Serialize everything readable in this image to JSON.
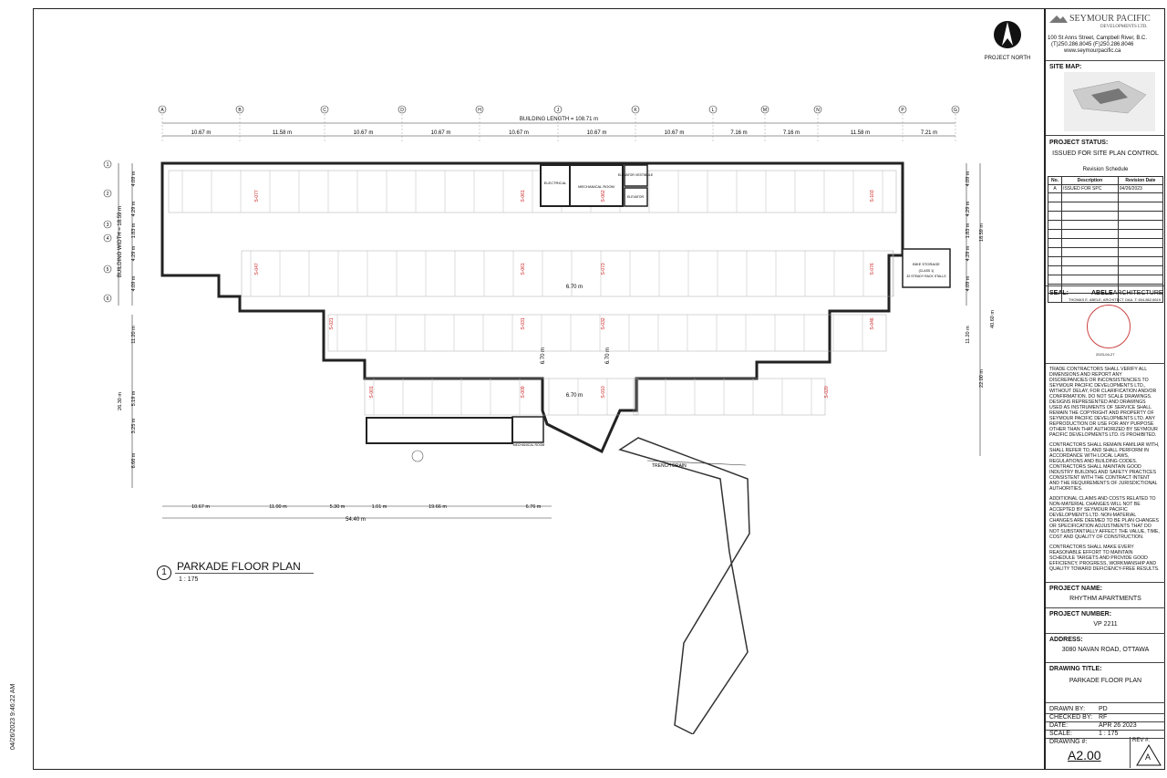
{
  "timestamp": "04/26/2023 9:46:22 AM",
  "north": {
    "label": "PROJECT NORTH"
  },
  "company": {
    "name": "SEYMOUR PACIFIC",
    "sub": "DEVELOPMENTS LTD.",
    "address": "100 St Anns Street, Campbell River, B.C.",
    "phone": "(T)250.286.8045 (F)250.286.8046",
    "web": "www.seymourpacific.ca"
  },
  "site_map": {
    "label": "SITE MAP:"
  },
  "status": {
    "label": "PROJECT STATUS:",
    "value": "ISSUED FOR SITE PLAN CONTROL"
  },
  "revision": {
    "title": "Revision Schedule",
    "headers": [
      "No.",
      "Description",
      "Revision Date"
    ],
    "rows": [
      [
        "A",
        "ISSUED FOR SPC",
        "04/26/2023"
      ]
    ]
  },
  "seal": {
    "label": "SEAL:",
    "firm_bold": "ABELE",
    "firm_rest": "ARCHITECTURE",
    "architect": "THOMAS E. ABELE, ARCHITECT OAA. T: 604.862.6619",
    "stamp_date": "2023-04-27"
  },
  "notes": [
    "TRADE CONTRACTORS SHALL VERIFY ALL DIMENSIONS AND REPORT ANY DISCREPANCIES OR INCONSISTENCIES TO SEYMOUR PACIFIC DEVELOPMENTS LTD., WITHOUT DELAY, FOR CLARIFICATION AND/OR CONFIRMATION. DO NOT SCALE DRAWINGS. DESIGNS REPRESENTED AND DRAWINGS USED AS INSTRUMENTS OF SERVICE SHALL REMAIN THE COPYRIGHT AND PROPERTY OF SEYMOUR PACIFIC DEVELOPMENTS LTD. ANY REPRODUCTION OR USE FOR ANY PURPOSE OTHER THAN THAT AUTHORIZED BY SEYMOUR PACIFIC DEVELOPMENTS LTD. IS PROHIBITED.",
    "CONTRACTORS SHALL REMAIN FAMILIAR WITH, SHALL REFER TO, AND SHALL PERFORM IN ACCORDANCE WITH LOCAL LAWS, REGULATIONS AND BUILDING CODES. CONTRACTORS SHALL MAINTAIN GOOD INDUSTRY BUILDING AND SAFETY PRACTICES CONSISTENT WITH THE CONTRACT INTENT AND THE REQUIREMENTS OF JURISDICTIONAL AUTHORITIES.",
    "ADDITIONAL CLAIMS AND COSTS RELATED TO NON-MATERIAL CHANGES WILL NOT BE ACCEPTED BY SEYMOUR PACIFIC DEVELOPMENTS LTD. NON-MATERIAL CHANGES ARE DEEMED TO BE PLAN CHANGES OR SPECIFICATION ADJUSTMENTS THAT DO NOT SUBSTANTIALLY AFFECT THE VALUE, TIME, COST AND QUALITY OF CONSTRUCTION.",
    "CONTRACTORS SHALL MAKE EVERY REASONABLE EFFORT TO MAINTAIN SCHEDULE TARGETS AND PROVIDE GOOD EFFICIENCY, PROGRESS, WORKMANSHIP AND QUALITY TOWARD DEFICIENCY-FREE RESULTS."
  ],
  "project_name": {
    "label": "PROJECT NAME:",
    "value": "RHYTHM APARTMENTS"
  },
  "project_number": {
    "label": "PROJECT NUMBER:",
    "value": "VP 2211"
  },
  "address": {
    "label": "ADDRESS:",
    "value": "3080 NAVAN ROAD, OTTAWA"
  },
  "drawing_title": {
    "label": "DRAWING TITLE:",
    "value": "PARKADE FLOOR PLAN"
  },
  "drawn_by": {
    "label": "DRAWN BY:",
    "value": "PD"
  },
  "checked_by": {
    "label": "CHECKED BY:",
    "value": "RF"
  },
  "date": {
    "label": "DATE:",
    "value": "APR 26 2023"
  },
  "scale": {
    "label": "SCALE:",
    "value": "1 : 175"
  },
  "drawing_no": {
    "label": "DRAWING #:",
    "value": "A2.00"
  },
  "rev_no": {
    "label": "REV #:",
    "value": "A"
  },
  "plan": {
    "view_no": "1",
    "title": "PARKADE FLOOR PLAN",
    "scale": "1 : 175",
    "building_length": "BUILDING LENGTH = 108.71 m",
    "building_width": "BUILDING WIDTH = 18.59 m",
    "grid_cols": [
      "A",
      "B",
      "C",
      "D",
      "H",
      "J",
      "K",
      "L",
      "M",
      "N",
      "P",
      "G"
    ],
    "grid_rows": [
      "1",
      "2",
      "3",
      "4",
      "5",
      "6"
    ],
    "top_dims": [
      "10.67 m",
      "11.58 m",
      "10.67 m",
      "10.67 m",
      "10.67 m",
      "10.67 m",
      "10.67 m",
      "7.16 m",
      "7.16 m",
      "11.58 m",
      "7.21 m"
    ],
    "bottom_dims": [
      "10.67 m",
      "11.00 m",
      "5.30 m",
      "1.01 m",
      "19.66 m",
      "6.76 m"
    ],
    "bottom_total": "54.40 m",
    "left_dims": [
      "4.09 m",
      "4.29 m",
      "1.83 m",
      "4.29 m",
      "4.09 m",
      "11.20 m",
      "5.19 m",
      "3.25 m",
      "6.66 m"
    ],
    "left_total": "26.30 m",
    "right_dims": [
      "4.09 m",
      "4.29 m",
      "1.83 m",
      "4.29 m",
      "4.09 m",
      "11.20 m"
    ],
    "right_total_a": "18.59 m",
    "right_total_b": "40.60 m",
    "right_total_c": "22.00 m",
    "aisle_dims": [
      "6.70 m",
      "6.70 m",
      "6.70 m",
      "6.70 m"
    ],
    "rooms": {
      "electrical": "ELECTRICAL",
      "mechanical": "MECHANICAL ROOM",
      "elevator_vestibule": "ELEVATOR VESTIBULE",
      "elevator": "ELEVATOR",
      "bike_storage": "BIKE STORAGE",
      "bike_sub": "(CLASS 1)",
      "bike_sub2": "32 STEADY RACK STALLS",
      "mechanical_2": "MECHANICAL ROOM"
    },
    "trench_drain": "TRENCH DRAIN",
    "stall_tags": [
      "S-077",
      "S-061",
      "S-062",
      "S-103",
      "S-047",
      "S-061",
      "S-073",
      "S-076",
      "S-021",
      "S-031",
      "S-032",
      "S-046",
      "S-001",
      "S-009",
      "S-010",
      "S-020"
    ]
  }
}
